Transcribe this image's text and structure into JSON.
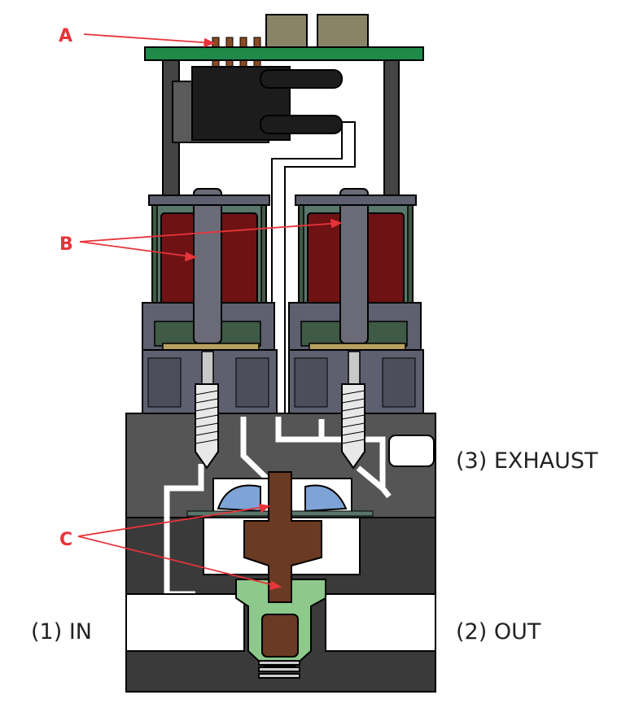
{
  "title": "Solenoid valve cross-section",
  "callouts": {
    "a": "A",
    "b": "B",
    "c": "C"
  },
  "ports": {
    "exhaust": "(3) EXHAUST",
    "in": "(1) IN",
    "out": "(2) OUT"
  },
  "colors": {
    "callout": "#e8343a",
    "pcb": "#1f8a4a",
    "coil": "#6e1214",
    "core": "#6b6b78",
    "diaphragm": "#7ea3d6",
    "piston": "#6a3a22",
    "poppet_cage": "#8cc98a",
    "body_dark": "#3a3a3a",
    "body_mid": "#555555"
  }
}
